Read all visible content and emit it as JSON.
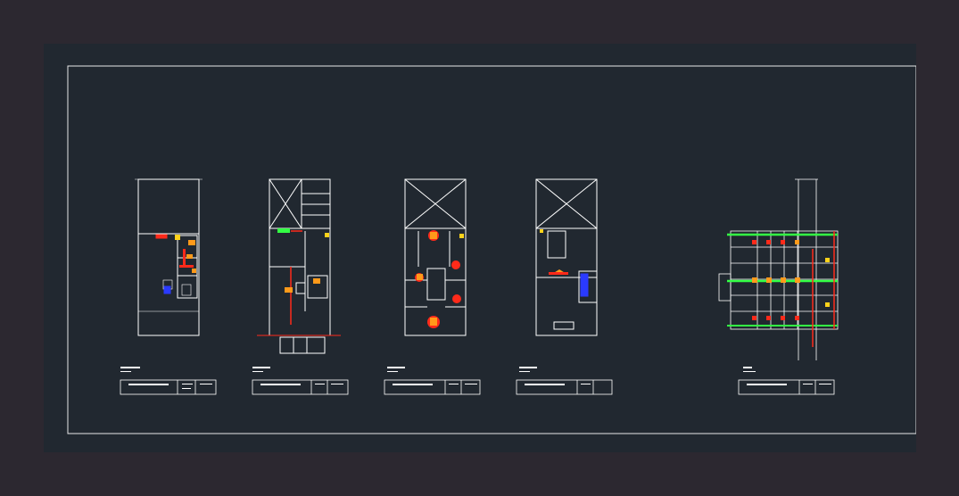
{
  "canvas": {
    "background": "#212830",
    "frame_background": "#2c2830",
    "line_color": "#ffffff",
    "accent_red": "#ff2a1a",
    "accent_orange": "#ff9a1a",
    "accent_yellow": "#ffd21a",
    "accent_green": "#33ff44",
    "accent_blue": "#2a3aff"
  },
  "sheets": [
    {
      "id": "plan-1",
      "caption": "",
      "title_block": ""
    },
    {
      "id": "plan-2",
      "caption": "",
      "title_block": ""
    },
    {
      "id": "plan-3",
      "caption": "",
      "title_block": ""
    },
    {
      "id": "plan-4",
      "caption": "",
      "title_block": ""
    },
    {
      "id": "plan-5",
      "caption": "",
      "title_block": ""
    }
  ]
}
